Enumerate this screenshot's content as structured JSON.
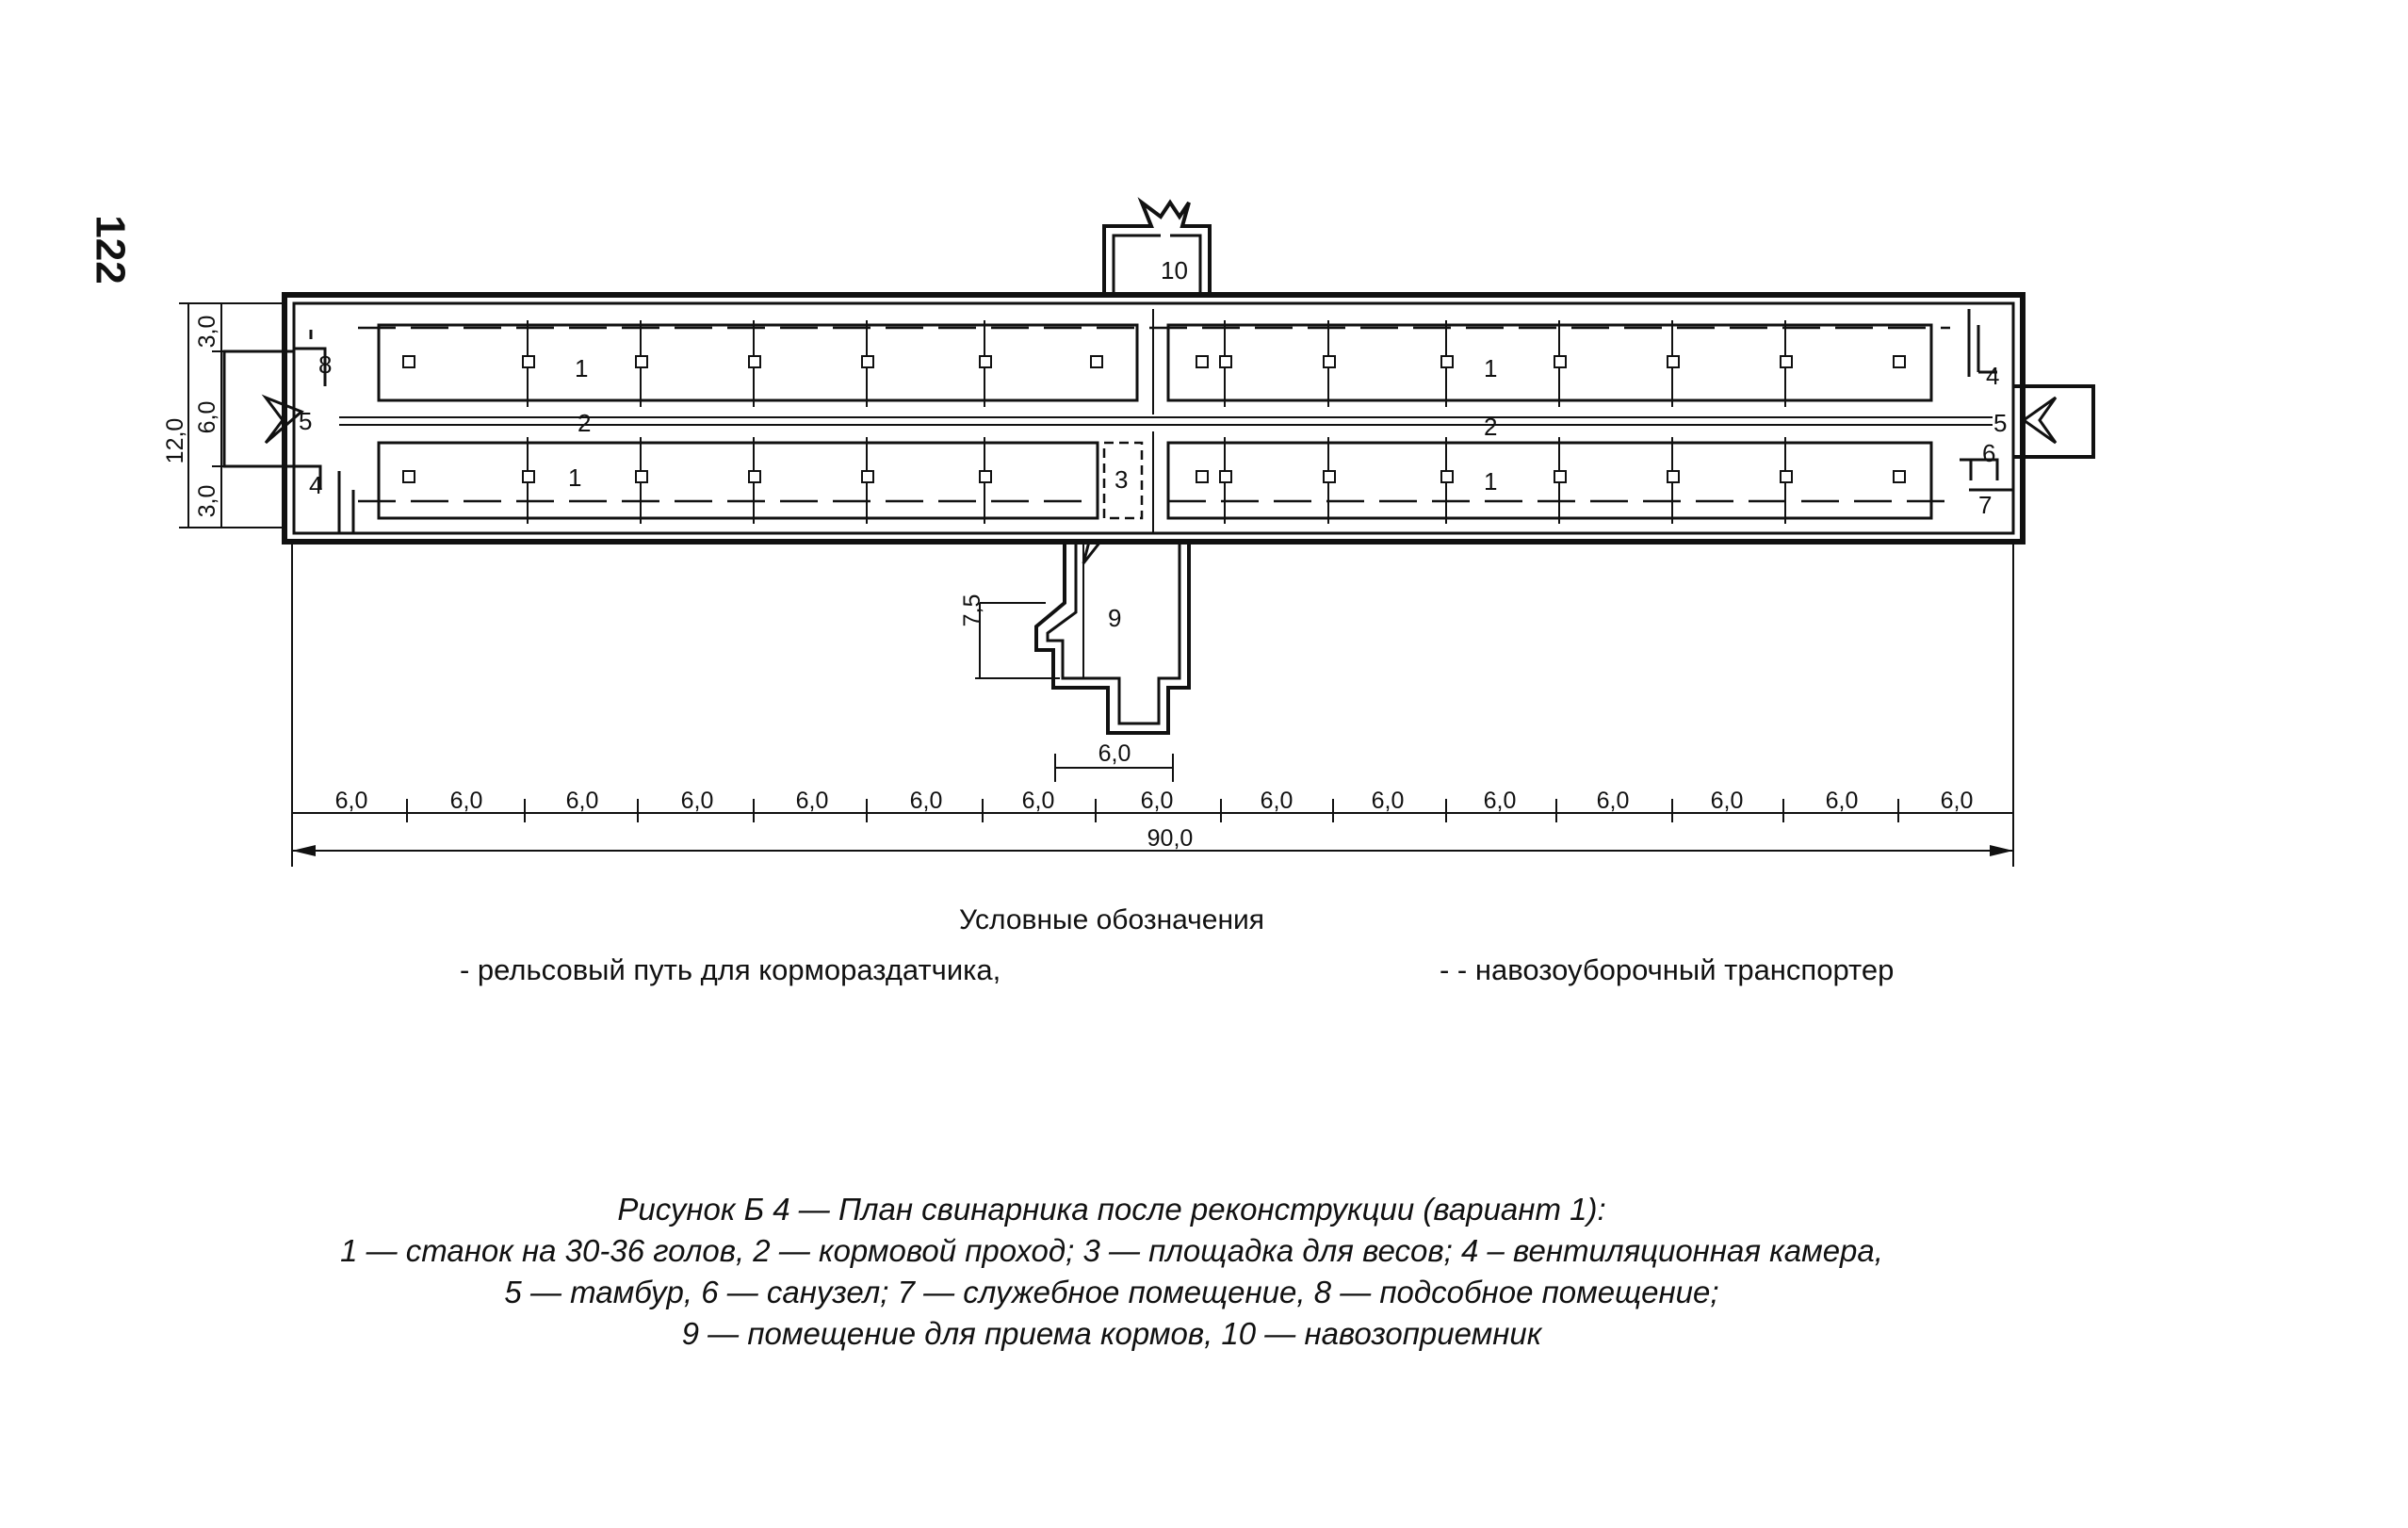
{
  "page_number": "122",
  "plan": {
    "room_labels": {
      "pen": "1",
      "feed_aisle": "2",
      "scale_platform": "3",
      "vent_chamber": "4",
      "vestibule": "5",
      "toilet": "6",
      "office": "7",
      "utility": "8",
      "feed_receiving": "9",
      "manure_receiver": "10"
    },
    "dimensions": {
      "width_total": "12,0",
      "width_side": "3,0",
      "width_middle": "6,0",
      "annex_depth": "7,5",
      "annex_width": "6,0",
      "bay": "6,0",
      "length_total": "90,0"
    }
  },
  "legend": {
    "title": "Условные обозначения",
    "rail_label": "- рельсовый путь для кормораздатчика,",
    "conveyor_label": "- - навозоуборочный транспортер"
  },
  "caption": {
    "line1": "Рисунок Б 4 — План свинарника после реконструкции (вариант 1):",
    "line2": "1 — станок на 30-36 голов, 2 — кормовой проход; 3 — площадка для весов; 4 – вентиляционная камера,",
    "line3": "5 — тамбур, 6 — санузел; 7 — служебное помещение, 8 — подсобное помещение;",
    "line4": "9 — помещение для приема кормов, 10 — навозоприемник"
  }
}
